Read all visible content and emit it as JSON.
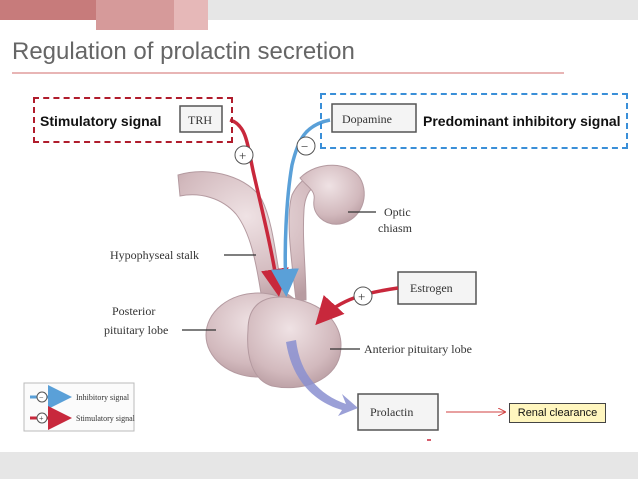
{
  "slide": {
    "title": "Regulation of prolactin secretion",
    "stimulatory_label": "Stimulatory signal",
    "inhibitory_label": "Predominant inhibitory signal",
    "renal_label": "Renal clearance"
  },
  "diagram": {
    "trh": "TRH",
    "dopamine": "Dopamine",
    "estrogen": "Estrogen",
    "prolactin": "Prolactin",
    "optic_1": "Optic",
    "optic_2": "chiasm",
    "stalk": "Hypophyseal stalk",
    "posterior_1": "Posterior",
    "posterior_2": "pituitary lobe",
    "anterior": "Anterior pituitary lobe",
    "plus": "+",
    "minus": "−"
  },
  "legend": {
    "inhibitory": "Inhibitory signal",
    "stimulatory": "Stimulatory signal"
  },
  "colors": {
    "stimulatory": "#c8283c",
    "inhibitory": "#5aa0d8",
    "tissue": "#d9c3c6",
    "prolactin_arrow": "#8a8fd0"
  }
}
